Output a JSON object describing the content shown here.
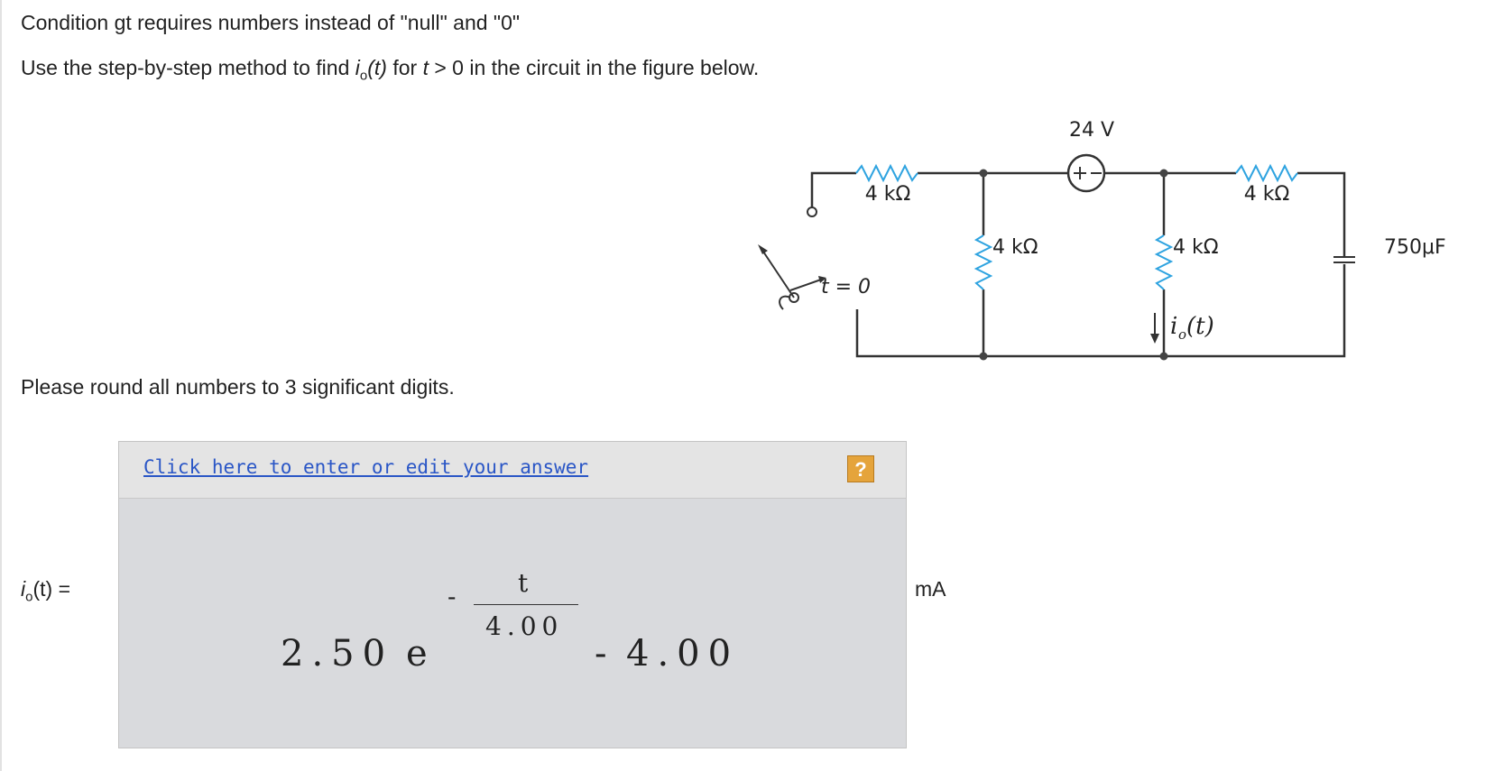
{
  "header": {
    "condition": "Condition gt requires numbers instead of \"null\" and \"0\"",
    "q_before": "Use the step-by-step method to find ",
    "q_var": "i",
    "q_sub": "o",
    "q_arg": "(t)",
    "q_mid": " for ",
    "q_t": "t",
    "q_after": " > 0 in the circuit in the figure below."
  },
  "rounding_note": "Please round all numbers to 3 significant digits.",
  "circuit": {
    "source_label": "24 V",
    "r_top_left": "4 kΩ",
    "r_top_right": "4 kΩ",
    "r_mid_left": "4 kΩ",
    "r_mid_right": "4 kΩ",
    "capacitor": "750μF",
    "switch_label": "t = 0",
    "current_label": "i",
    "current_sub": "o",
    "current_arg": "(t)"
  },
  "answer": {
    "lhs_var": "i",
    "lhs_sub": "o",
    "lhs_rest": "(t)  =",
    "edit_link": "Click here to enter or edit your answer",
    "help": "?",
    "coefficient": "2.50",
    "e_symbol": "e",
    "exp_sign": "-",
    "exp_numerator": "t",
    "exp_denominator": "4.00",
    "minus": "-",
    "constant": "4.00",
    "unit": "mA"
  },
  "colors": {
    "link": "#2a56c6",
    "help_button": "#e5a43b",
    "resistor": "#2ea3e0",
    "answer_bg": "#d9dadd"
  }
}
